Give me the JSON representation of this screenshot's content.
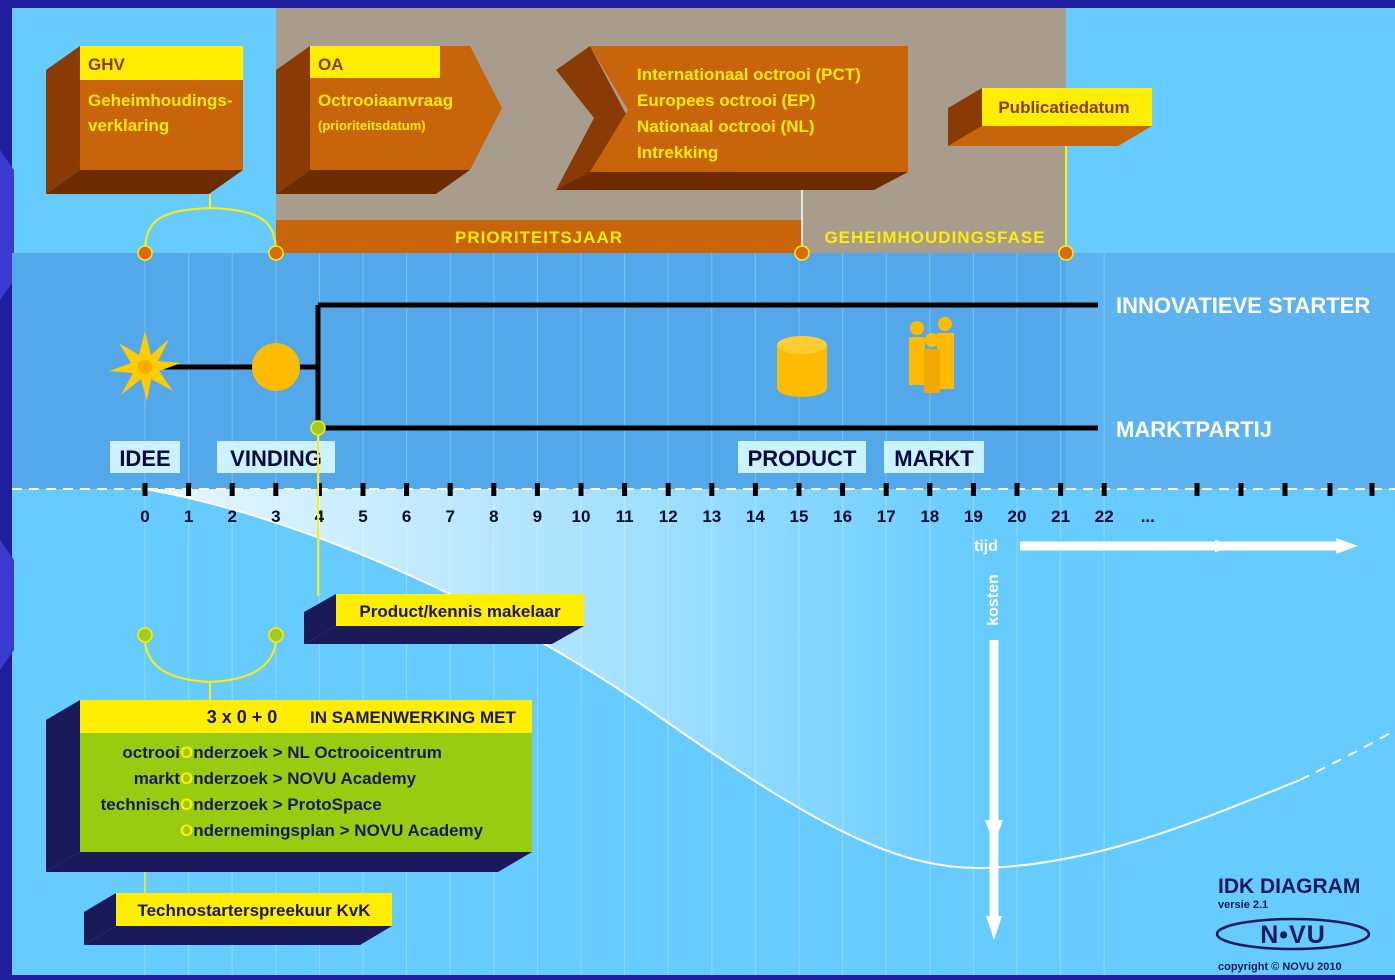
{
  "colors": {
    "frame": "#1e1e9e",
    "sky": "#66ccff",
    "band": "#52a8e8",
    "grey_phase": "#a89c8c",
    "orange_box": "#c8640a",
    "orange_dark": "#8a3a05",
    "yellow": "#ffee00",
    "lime": "#99cc11",
    "navy": "#1a1a5a",
    "node_orange": "#d96a10",
    "node_green": "#a0cc22"
  },
  "boxes": {
    "ghv": {
      "code": "GHV",
      "line1": "Geheimhoudings-",
      "line2": "verklaring"
    },
    "oa": {
      "code": "OA",
      "line1": "Octrooiaanvraag",
      "line2": "(prioriteitsdatum)"
    },
    "international": {
      "lines": [
        "Internationaal octrooi (PCT)",
        "Europees octrooi (EP)",
        "Nationaal octrooi (NL)",
        "Intrekking"
      ]
    },
    "publicatie": {
      "label": "Publicatiedatum"
    }
  },
  "phases": {
    "prioriteitsjaar": "PRIORITEITSJAAR",
    "geheimhoudingsfase": "GEHEIMHOUDINGSFASE"
  },
  "tracks": {
    "starter": "INNOVATIEVE STARTER",
    "markt": "MARKTPARTIJ"
  },
  "milestones": {
    "idee": "IDEE",
    "vinding": "VINDING",
    "product": "PRODUCT",
    "markt": "MARKT"
  },
  "timeline": {
    "ticks": [
      "0",
      "1",
      "2",
      "3",
      "4",
      "5",
      "6",
      "7",
      "8",
      "9",
      "10",
      "11",
      "12",
      "13",
      "14",
      "15",
      "16",
      "17",
      "18",
      "19",
      "20",
      "21",
      "22",
      "..."
    ],
    "time_label": "tijd",
    "cost_label": "kosten"
  },
  "makelaar": {
    "label": "Product/kennis makelaar"
  },
  "samenwerking": {
    "formula": "3 x 0 + 0",
    "title": "IN SAMENWERKING MET",
    "rows": [
      {
        "prefix": "octrooi ",
        "initial": "O",
        "rest": "nderzoek > NL Octrooicentrum"
      },
      {
        "prefix": "markt ",
        "initial": "O",
        "rest": "nderzoek > NOVU Academy"
      },
      {
        "prefix": "technisch ",
        "initial": "O",
        "rest": "nderzoek > ProtoSpace"
      },
      {
        "prefix": "",
        "initial": "O",
        "rest": "ndernemingsplan > NOVU Academy"
      }
    ]
  },
  "technostarter": {
    "label": "Technostarterspreekuur KvK"
  },
  "branding": {
    "title": "IDK DIAGRAM",
    "version": "versie 2.1",
    "logo": "N•VU",
    "copyright": "copyright © NOVU 2010"
  }
}
